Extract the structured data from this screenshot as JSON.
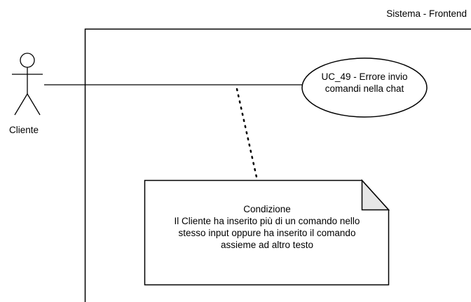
{
  "system": {
    "label": "Sistema - Frontend"
  },
  "actor": {
    "label": "Cliente"
  },
  "use_case": {
    "line1": "UC_49 - Errore invio",
    "line2": "comandi nella chat"
  },
  "note": {
    "title": "Condizione",
    "lines": [
      "Il Cliente ha inserito più di un comando nello",
      "stesso input oppure ha inserito il comando",
      "assieme ad altro testo"
    ]
  },
  "colors": {
    "stroke": "#000000",
    "note_fold": "#e6e6e6",
    "background": "#ffffff"
  }
}
